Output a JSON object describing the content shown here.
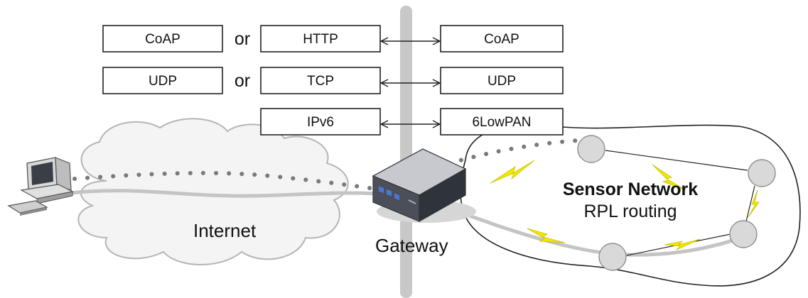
{
  "protocol_rows": [
    {
      "left": "CoAP",
      "connector": "or",
      "middle": "HTTP",
      "right": "CoAP"
    },
    {
      "left": "UDP",
      "connector": "or",
      "middle": "TCP",
      "right": "UDP"
    },
    {
      "middle": "IPv6",
      "right": "6LowPAN"
    }
  ],
  "labels": {
    "internet": "Internet",
    "gateway": "Gateway",
    "sensor_network_title": "Sensor Network",
    "sensor_network_subtitle": "RPL routing"
  },
  "colors": {
    "divider": "#c8c8c8",
    "stroke": "#222222",
    "cloud_fill": "#f4f4f4",
    "cloud_stroke": "#b5b5b5",
    "route_line": "#c4c4c4",
    "dots": "#7a7a7a",
    "node_fill": "#d9d9d9",
    "lightning": "#f0e800"
  }
}
